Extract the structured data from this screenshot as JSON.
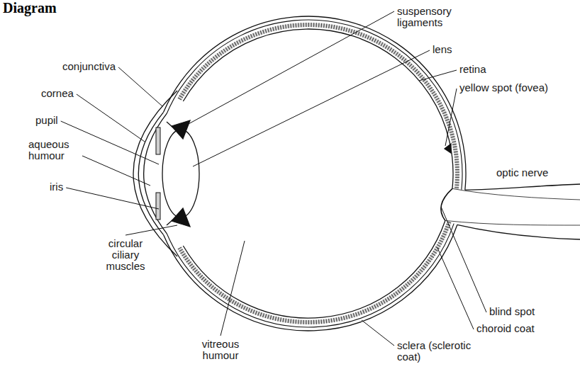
{
  "diagram": {
    "title": "Diagram",
    "labels": [
      "suspensory ligaments",
      "conjunctiva",
      "lens",
      "cornea",
      "retina",
      "yellow spot (fovea)",
      "pupil",
      "aqueous humour",
      "optic nerve",
      "iris",
      "circular ciliary muscles",
      "vitreous humour",
      "blind spot",
      "choroid coat",
      "sclera (sclerotic coat)"
    ]
  }
}
